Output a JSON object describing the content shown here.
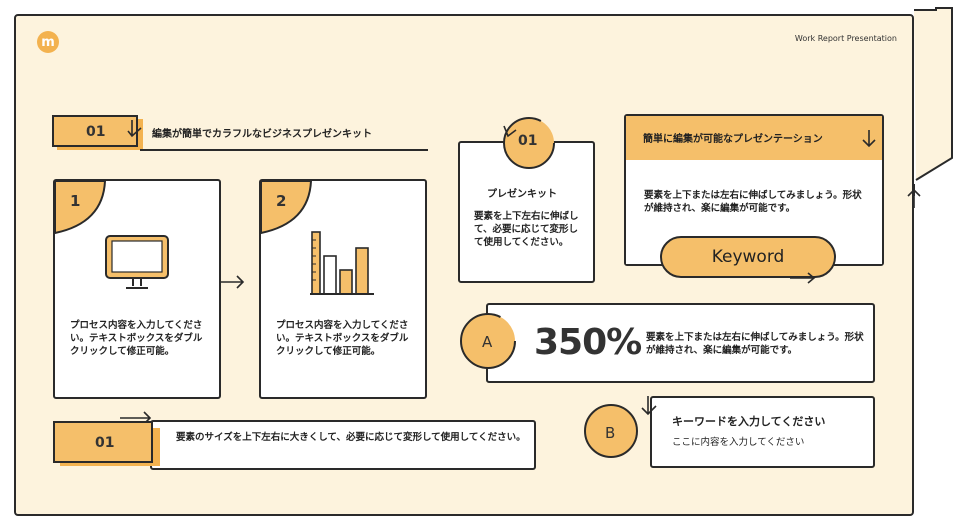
{
  "header": {
    "logo_letter": "m",
    "report_title": "Work Report Presentation"
  },
  "section_top": {
    "number": "01",
    "title": "編集が簡単でカラフルなビジネスプレゼンキット"
  },
  "card1": {
    "number": "1",
    "text": "プロセス内容を入力してください。テキストボックスをダブルクリックして修正可能。"
  },
  "card2": {
    "number": "2",
    "text": "プロセス内容を入力してください。テキストボックスをダブルクリックして修正可能。"
  },
  "bottom_bar": {
    "number": "01",
    "text": "要素のサイズを上下左右に大きくして、必要に応じて変形して使用してください。"
  },
  "kit_card": {
    "number": "01",
    "title": "プレゼンキット",
    "text": "要素を上下左右に伸ばして、必要に応じて変形して使用してください。"
  },
  "edit_card": {
    "title": "簡単に編集が可能なプレゼンテーション",
    "text": "要素を上下または左右に伸ばしてみましょう。形状が維持され、楽に編集が可能です。",
    "keyword": "Keyword"
  },
  "stat_card": {
    "letter": "A",
    "value": "350%",
    "text": "要素を上下または左右に伸ばしてみましょう。形状が維持され、楽に編集が可能です。"
  },
  "keyword_card": {
    "letter": "B",
    "title": "キーワードを入力してください",
    "text": "ここに内容を入力してください"
  },
  "colors": {
    "accent": "#f5bf6a",
    "accent_dark": "#f3b24f",
    "background": "#fdf3dd",
    "outline": "#2a2a2a"
  }
}
